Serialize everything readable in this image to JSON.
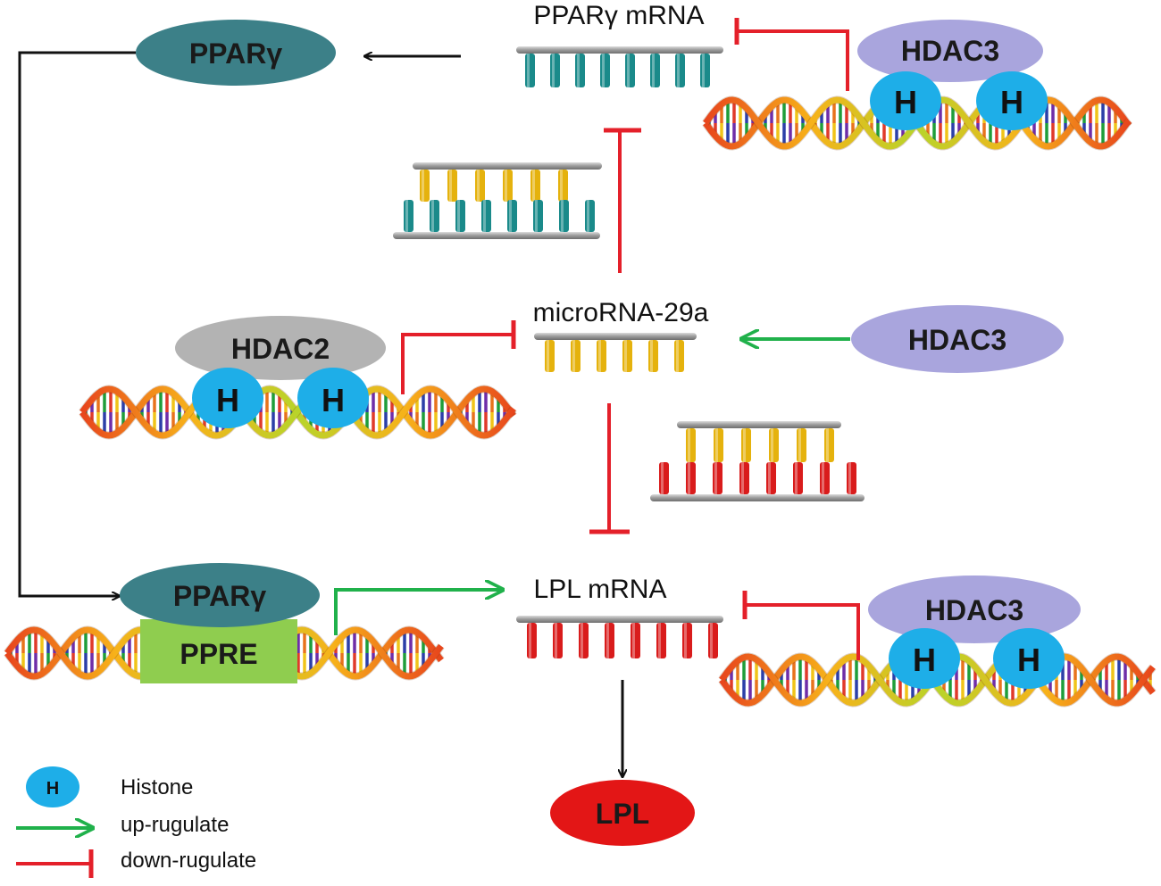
{
  "nodes": {
    "ppar_top": "PPARγ",
    "ppar_bottom": "PPARγ",
    "ppre": "PPRE",
    "hdac3_top": "HDAC3",
    "hdac3_mid": "HDAC3",
    "hdac3_bottom": "HDAC3",
    "hdac2": "HDAC2",
    "lpl": "LPL"
  },
  "rna": {
    "ppar_mrna": "PPARγ mRNA",
    "mir29a": "microRNA-29a",
    "lpl_mrna": "LPL mRNA"
  },
  "histone_letter": "H",
  "legend": {
    "histone_symbol": "H",
    "histone": "Histone",
    "up": "up-rugulate",
    "down": "down-rugulate"
  },
  "colors": {
    "teal": "#3c8088",
    "lavender": "#a9a5dd",
    "gray": "#b3b3b3",
    "histone": "#1eaee8",
    "ppre": "#8fcd4f",
    "lpl_red": "#e31616",
    "green": "#20b14b",
    "red": "#e4202a",
    "black": "#111111",
    "bar_teal": "#1a8a8a",
    "bar_yellow": "#e5b20d",
    "bar_red": "#d91c1c"
  }
}
